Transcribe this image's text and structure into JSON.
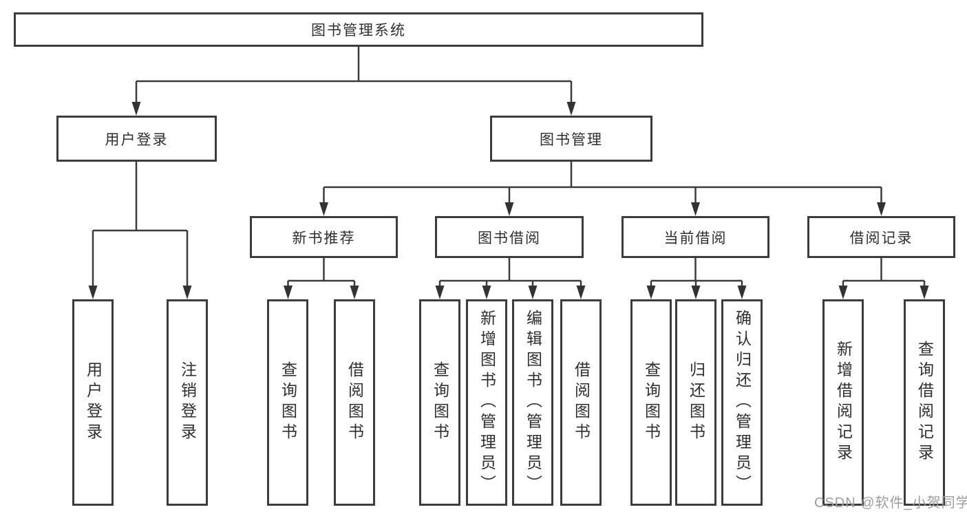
{
  "title": "图书管理系统",
  "nodes": {
    "user_login": {
      "label": "用户登录",
      "children": [
        "用户登录",
        "注销登录"
      ]
    },
    "book_mgmt": {
      "label": "图书管理"
    },
    "new_books": {
      "label": "新书推荐",
      "children": [
        "查询图书",
        "借阅图书"
      ]
    },
    "borrowing": {
      "label": "图书借阅",
      "children": [
        "查询图书",
        "新增图书（管理员）",
        "编辑图书（管理员）",
        "借阅图书"
      ]
    },
    "current": {
      "label": "当前借阅",
      "children": [
        "查询图书",
        "归还图书",
        "确认归还（管理员）"
      ]
    },
    "records": {
      "label": "借阅记录",
      "children": [
        "新增借阅记录",
        "查询借阅记录"
      ]
    }
  },
  "watermark": "CSDN @软件_小贺同学",
  "colors": {
    "line": "#3b3b3b",
    "border": "#3c3c3c",
    "text": "#2e2e2e",
    "watermark": "#9d9d9d"
  }
}
